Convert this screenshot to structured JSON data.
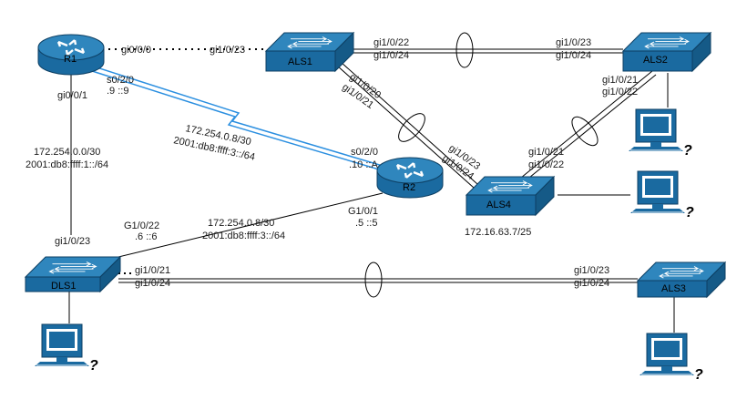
{
  "devices": {
    "r1": "R1",
    "r2": "R2",
    "als1": "ALS1",
    "als2": "ALS2",
    "als3": "ALS3",
    "als4": "ALS4",
    "dls1": "DLS1"
  },
  "links": {
    "r1_als1": {
      "r1_port": "gi0/0/0",
      "als1_port": "gi1/0/23"
    },
    "r1_r2": {
      "r1_port": "s0/2/0",
      "r1_addr": ".9  ::9",
      "r2_port": "s0/2/0",
      "r2_addr": ".10  ::A",
      "net4": "172.254.0.8/30",
      "net6": "2001:db8:ffff:3::/64"
    },
    "r1_dls1": {
      "r1_port": "gi0/0/1",
      "net4": "172.254.0.0/30",
      "net6": "2001:db8:ffff:1::/64",
      "dls1_port": "gi1/0/23"
    },
    "dls1_r2": {
      "dls1_port": "G1/0/22",
      "dls1_addr": ".6 ::6",
      "net4": "172.254.0.8/30",
      "net6": "2001:db8:ffff:3::/64",
      "r2_port": "G1/0/1",
      "r2_addr": ".5 ::5"
    },
    "als1_als2": {
      "als1_ports": [
        "gi1/0/22",
        "gi1/0/24"
      ],
      "als2_ports": [
        "gi1/0/23",
        "gi1/0/24"
      ]
    },
    "als1_als4": {
      "als1_ports": [
        "gi1/0/20",
        "gi1/0/21"
      ],
      "als4_ports": [
        "gi1/0/23",
        "gi1/0/24"
      ]
    },
    "als2_als4": {
      "als2_ports": [
        "gi1/0/21",
        "gi1/0/22"
      ],
      "als4_ports": [
        "gi1/0/21",
        "gi1/0/22"
      ]
    },
    "dls1_als3": {
      "dls1_ports": [
        "gi1/0/21",
        "gi1/0/24"
      ],
      "als3_ports": [
        "gi1/0/23",
        "gi1/0/24"
      ]
    }
  },
  "als4_address": "172.16.63.7/25",
  "pc_marker": "?",
  "colors": {
    "device": "#1a6aa0",
    "device_top": "#2f86bd",
    "serial_link": "#2b8fe0",
    "link": "#000000"
  },
  "icons": [
    "router-icon",
    "switch-icon",
    "pc-icon",
    "etherchannel-ellipse"
  ]
}
